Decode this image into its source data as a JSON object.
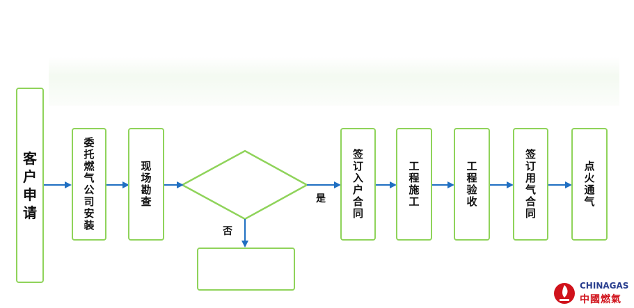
{
  "nodes": {
    "customer_apply": "客户申请",
    "entrust_install": "委托燃气公司安装",
    "site_survey": "现场勘查",
    "sign_entry_contract": "签订入户合同",
    "construction": "工程施工",
    "acceptance": "工程验收",
    "sign_gas_contract": "签订用气合同",
    "ignition": "点火通气"
  },
  "edge_labels": {
    "yes": "是",
    "no": "否"
  },
  "logo": {
    "en": "CHINAGAS",
    "cn": "中國燃氣"
  },
  "colors": {
    "box_border": "#8fd35a",
    "arrow": "#1f6fc2",
    "logo_red": "#d0121b",
    "logo_blue": "#2a3f8f"
  }
}
